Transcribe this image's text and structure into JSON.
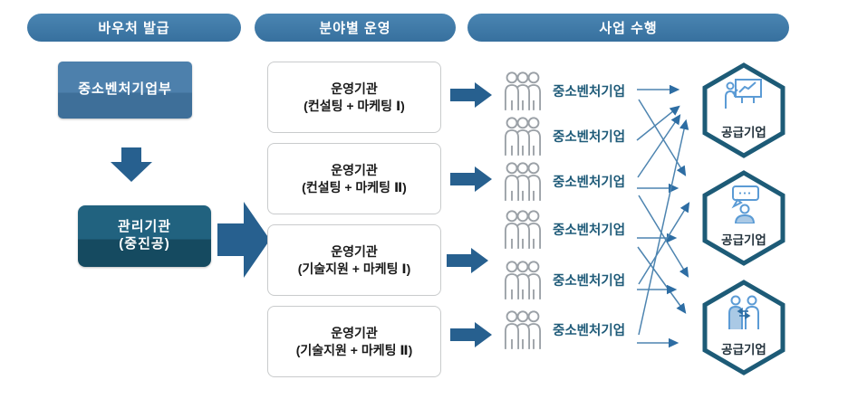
{
  "header": {
    "steps": [
      {
        "label": "바우처 발급"
      },
      {
        "label": "분야별 운영"
      },
      {
        "label": "사업 수행"
      }
    ]
  },
  "issuance": {
    "ministry": "중소벤처기업부",
    "manager_line1": "관리기관",
    "manager_line2": "(중진공)"
  },
  "operators": [
    {
      "line1": "운영기관",
      "line2": "(컨설팅 + 마케팅 Ⅰ)"
    },
    {
      "line1": "운영기관",
      "line2": "(컨설팅 + 마케팅 Ⅱ)"
    },
    {
      "line1": "운영기관",
      "line2": "(기술지원 + 마케팅 Ⅰ)"
    },
    {
      "line1": "운영기관",
      "line2": "(기술지원 + 마케팅 Ⅱ)"
    }
  ],
  "smes": [
    {
      "label": "중소벤처기업"
    },
    {
      "label": "중소벤처기업"
    },
    {
      "label": "중소벤처기업"
    },
    {
      "label": "중소벤처기업"
    },
    {
      "label": "중소벤처기업"
    },
    {
      "label": "중소벤처기업"
    }
  ],
  "suppliers": [
    {
      "label": "공급기업",
      "icon": "presentation-chart-icon"
    },
    {
      "label": "공급기업",
      "icon": "speech-bubble-person-icon"
    },
    {
      "label": "공급기업",
      "icon": "people-exchange-icon"
    }
  ],
  "colors": {
    "pill_blue": "#3e7aa8",
    "ministry_blue": "#4a7da9",
    "manager_teal": "#1d5b77",
    "block_arrow_blue": "#27608f",
    "connector_blue": "#4d84b0",
    "sme_label_blue": "#1f5b79",
    "people_gray": "#9aa0a6",
    "hex_border_teal": "#1d5b77",
    "hex_icon_blue": "#5b9bd5",
    "box_border_gray": "#c9cbcc"
  }
}
